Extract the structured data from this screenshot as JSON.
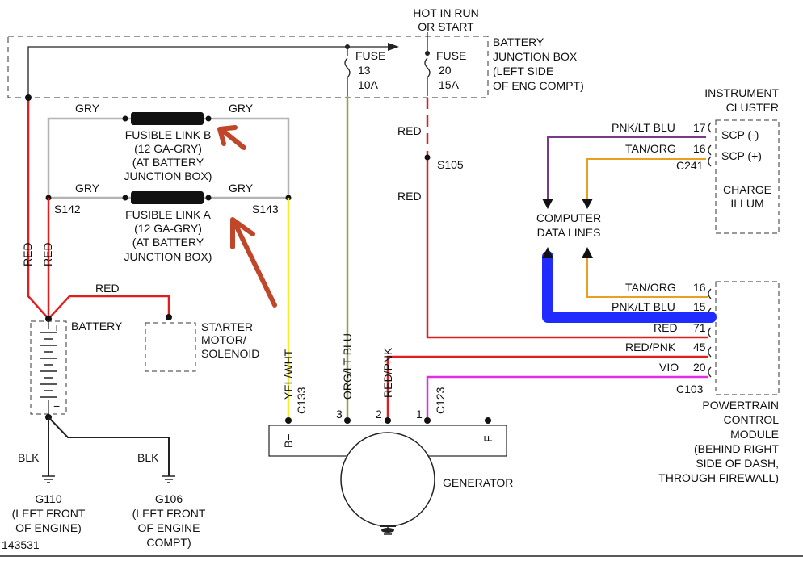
{
  "labels": {
    "hot_in_run_1": "HOT IN RUN",
    "hot_in_run_2": "OR START",
    "bjb_1": "BATTERY",
    "bjb_2": "JUNCTION BOX",
    "bjb_3": "(LEFT SIDE",
    "bjb_4": "OF ENG COMPT)",
    "fuse13_1": "FUSE",
    "fuse13_2": "13",
    "fuse13_3": "10A",
    "fuse20_1": "FUSE",
    "fuse20_2": "20",
    "fuse20_3": "15A",
    "fl_b_1": "FUSIBLE LINK B",
    "fl_b_2": "(12 GA-GRY)",
    "fl_b_3": "(AT BATTERY",
    "fl_b_4": "JUNCTION BOX)",
    "fl_a_1": "FUSIBLE LINK A",
    "fl_a_2": "(12 GA-GRY)",
    "fl_a_3": "(AT BATTERY",
    "fl_a_4": "JUNCTION BOX)",
    "gry1": "GRY",
    "gry2": "GRY",
    "gry3": "GRY",
    "gry4": "GRY",
    "s142": "S142",
    "s143": "S143",
    "s105": "S105",
    "red_a": "RED",
    "red_b": "RED",
    "red_v1": "RED",
    "red_v2": "RED",
    "red_h": "RED",
    "battery": "BATTERY",
    "starter_1": "STARTER",
    "starter_2": "MOTOR/",
    "starter_3": "SOLENOID",
    "blk1": "BLK",
    "blk2": "BLK",
    "g110_1": "G110",
    "g110_2": "(LEFT FRONT",
    "g110_3": "OF ENGINE)",
    "g106_1": "G106",
    "g106_2": "(LEFT FRONT",
    "g106_3": "OF ENGINE",
    "g106_4": "COMPT)",
    "fig_id": "143531",
    "yelwht": "YEL/WHT",
    "c133": "C133",
    "orgltblu": "ORG/LT BLU",
    "redpnk_v": "RED/PNK",
    "c123": "C123",
    "pin3": "3",
    "pin2": "2",
    "pin1": "1",
    "bplus": "B+",
    "f": "F",
    "generator": "GENERATOR",
    "ic_1": "INSTRUMENT",
    "ic_2": "CLUSTER",
    "pnk_top": "PNK/LT BLU",
    "p17": "17",
    "scp_minus": "SCP (-)",
    "tan_top": "TAN/ORG",
    "p16a": "16",
    "scp_plus": "SCP (+)",
    "c241": "C241",
    "charge_1": "CHARGE",
    "charge_2": "ILLUM",
    "cdl_1": "COMPUTER",
    "cdl_2": "DATA LINES",
    "tan_bot": "TAN/ORG",
    "p16b": "16",
    "pnk_bot": "PNK/LT BLU",
    "p15": "15",
    "red_pcm": "RED",
    "p71": "71",
    "redpnk_pcm": "RED/PNK",
    "p45": "45",
    "vio": "VIO",
    "p20": "20",
    "c103": "C103",
    "pcm_1": "POWERTRAIN",
    "pcm_2": "CONTROL",
    "pcm_3": "MODULE",
    "pcm_4": "(BEHIND RIGHT",
    "pcm_5": "SIDE OF DASH,",
    "pcm_6": "THROUGH FIREWALL)"
  },
  "colors": {
    "red": "#e01e1e",
    "gray": "#b4b4b4",
    "yellow": "#f2ec2c",
    "olive": "#9aa04a",
    "magenta": "#e02ee0",
    "purple": "#7a3a8a",
    "orange": "#e8a020",
    "blue": "#1f2bff",
    "arrow": "#c0462a"
  }
}
